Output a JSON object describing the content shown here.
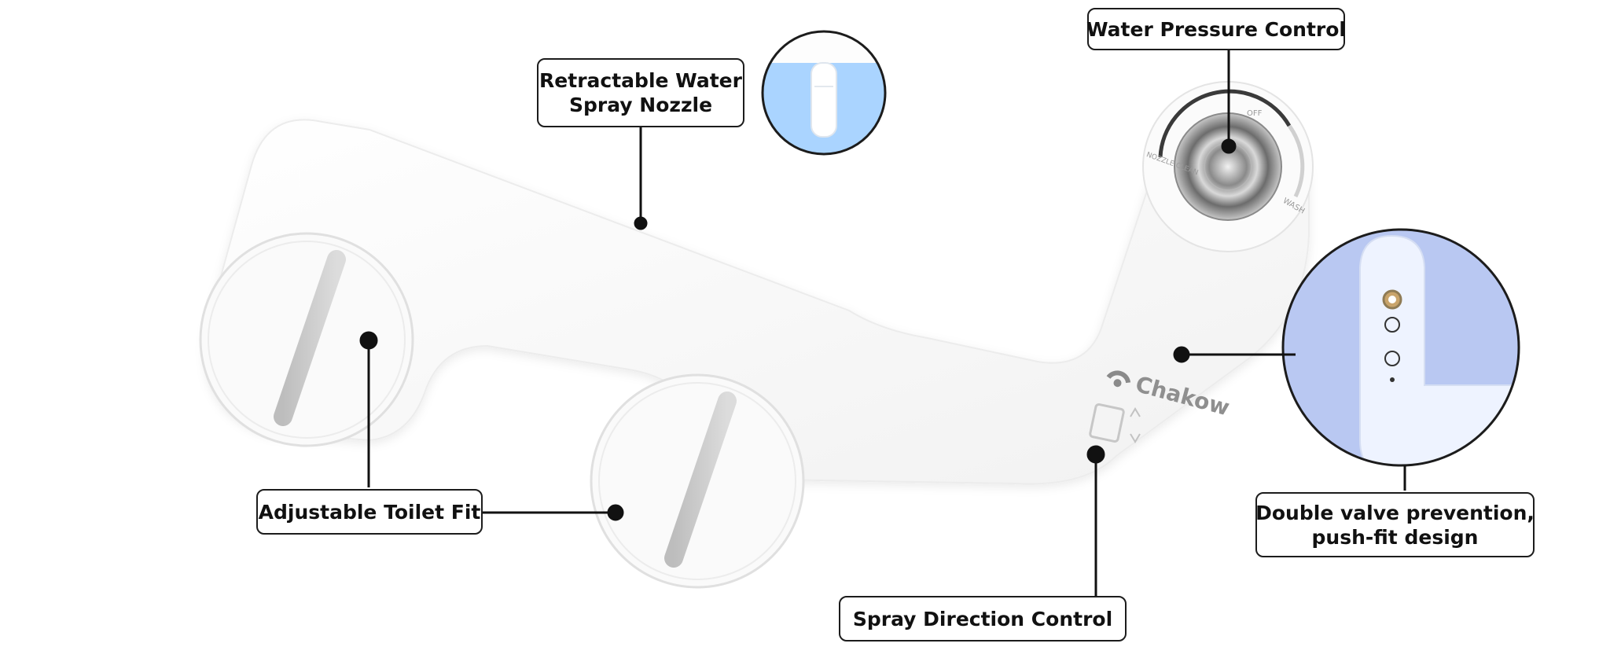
{
  "brand": "Chakow",
  "dial_markings": {
    "off": "OFF",
    "nozzle_clean": "NOZZLE CLEAN",
    "wash": "WASH"
  },
  "callouts": {
    "water_pressure": "Water Pressure Control",
    "nozzle": [
      "Retractable Water",
      "Spray Nozzle"
    ],
    "toilet_fit": "Adjustable Toilet Fit",
    "spray_direction": "Spray Direction Control",
    "valve": [
      "Double valve prevention,",
      "push-fit design"
    ]
  },
  "colors": {
    "label_border": "#1c1c1c",
    "leader_line": "#111111",
    "inset_blue": "#aad4ff",
    "inset_lavender": "#b9c8f2",
    "device_white": "#fbfbfb"
  }
}
